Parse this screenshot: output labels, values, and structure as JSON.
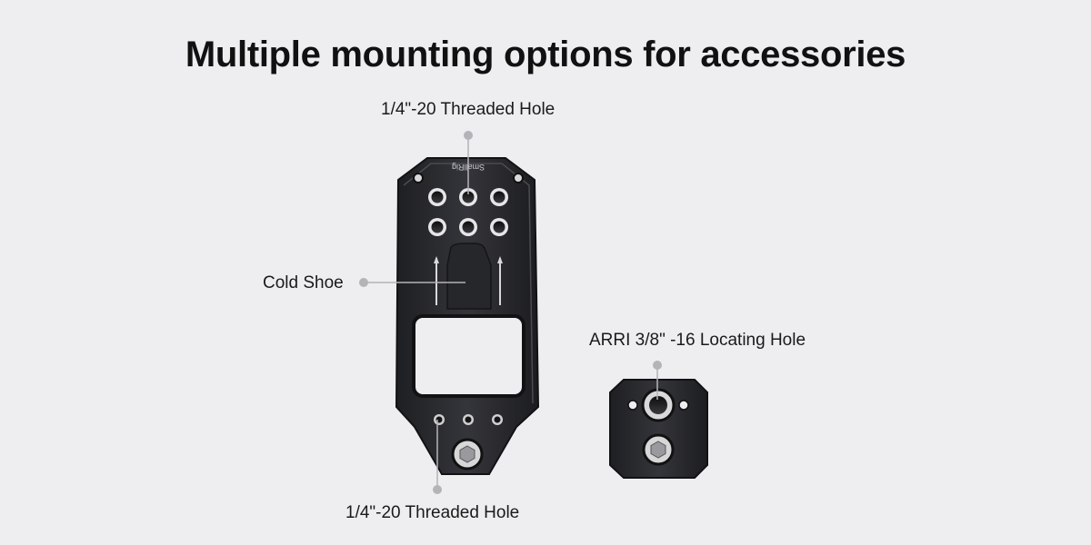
{
  "title": "Multiple mounting options for accessories",
  "brand_engraving": "SmallRig",
  "callouts": {
    "top_threaded_hole": "1/4\"-20 Threaded Hole",
    "cold_shoe": "Cold Shoe",
    "arri_locating_hole": "ARRI 3/8\" -16 Locating Hole",
    "bottom_threaded_hole": "1/4\"-20 Threaded Hole"
  },
  "colors": {
    "background": "#eeeef0",
    "metal": "#2b2c2f",
    "leader": "#b4b4b8"
  }
}
